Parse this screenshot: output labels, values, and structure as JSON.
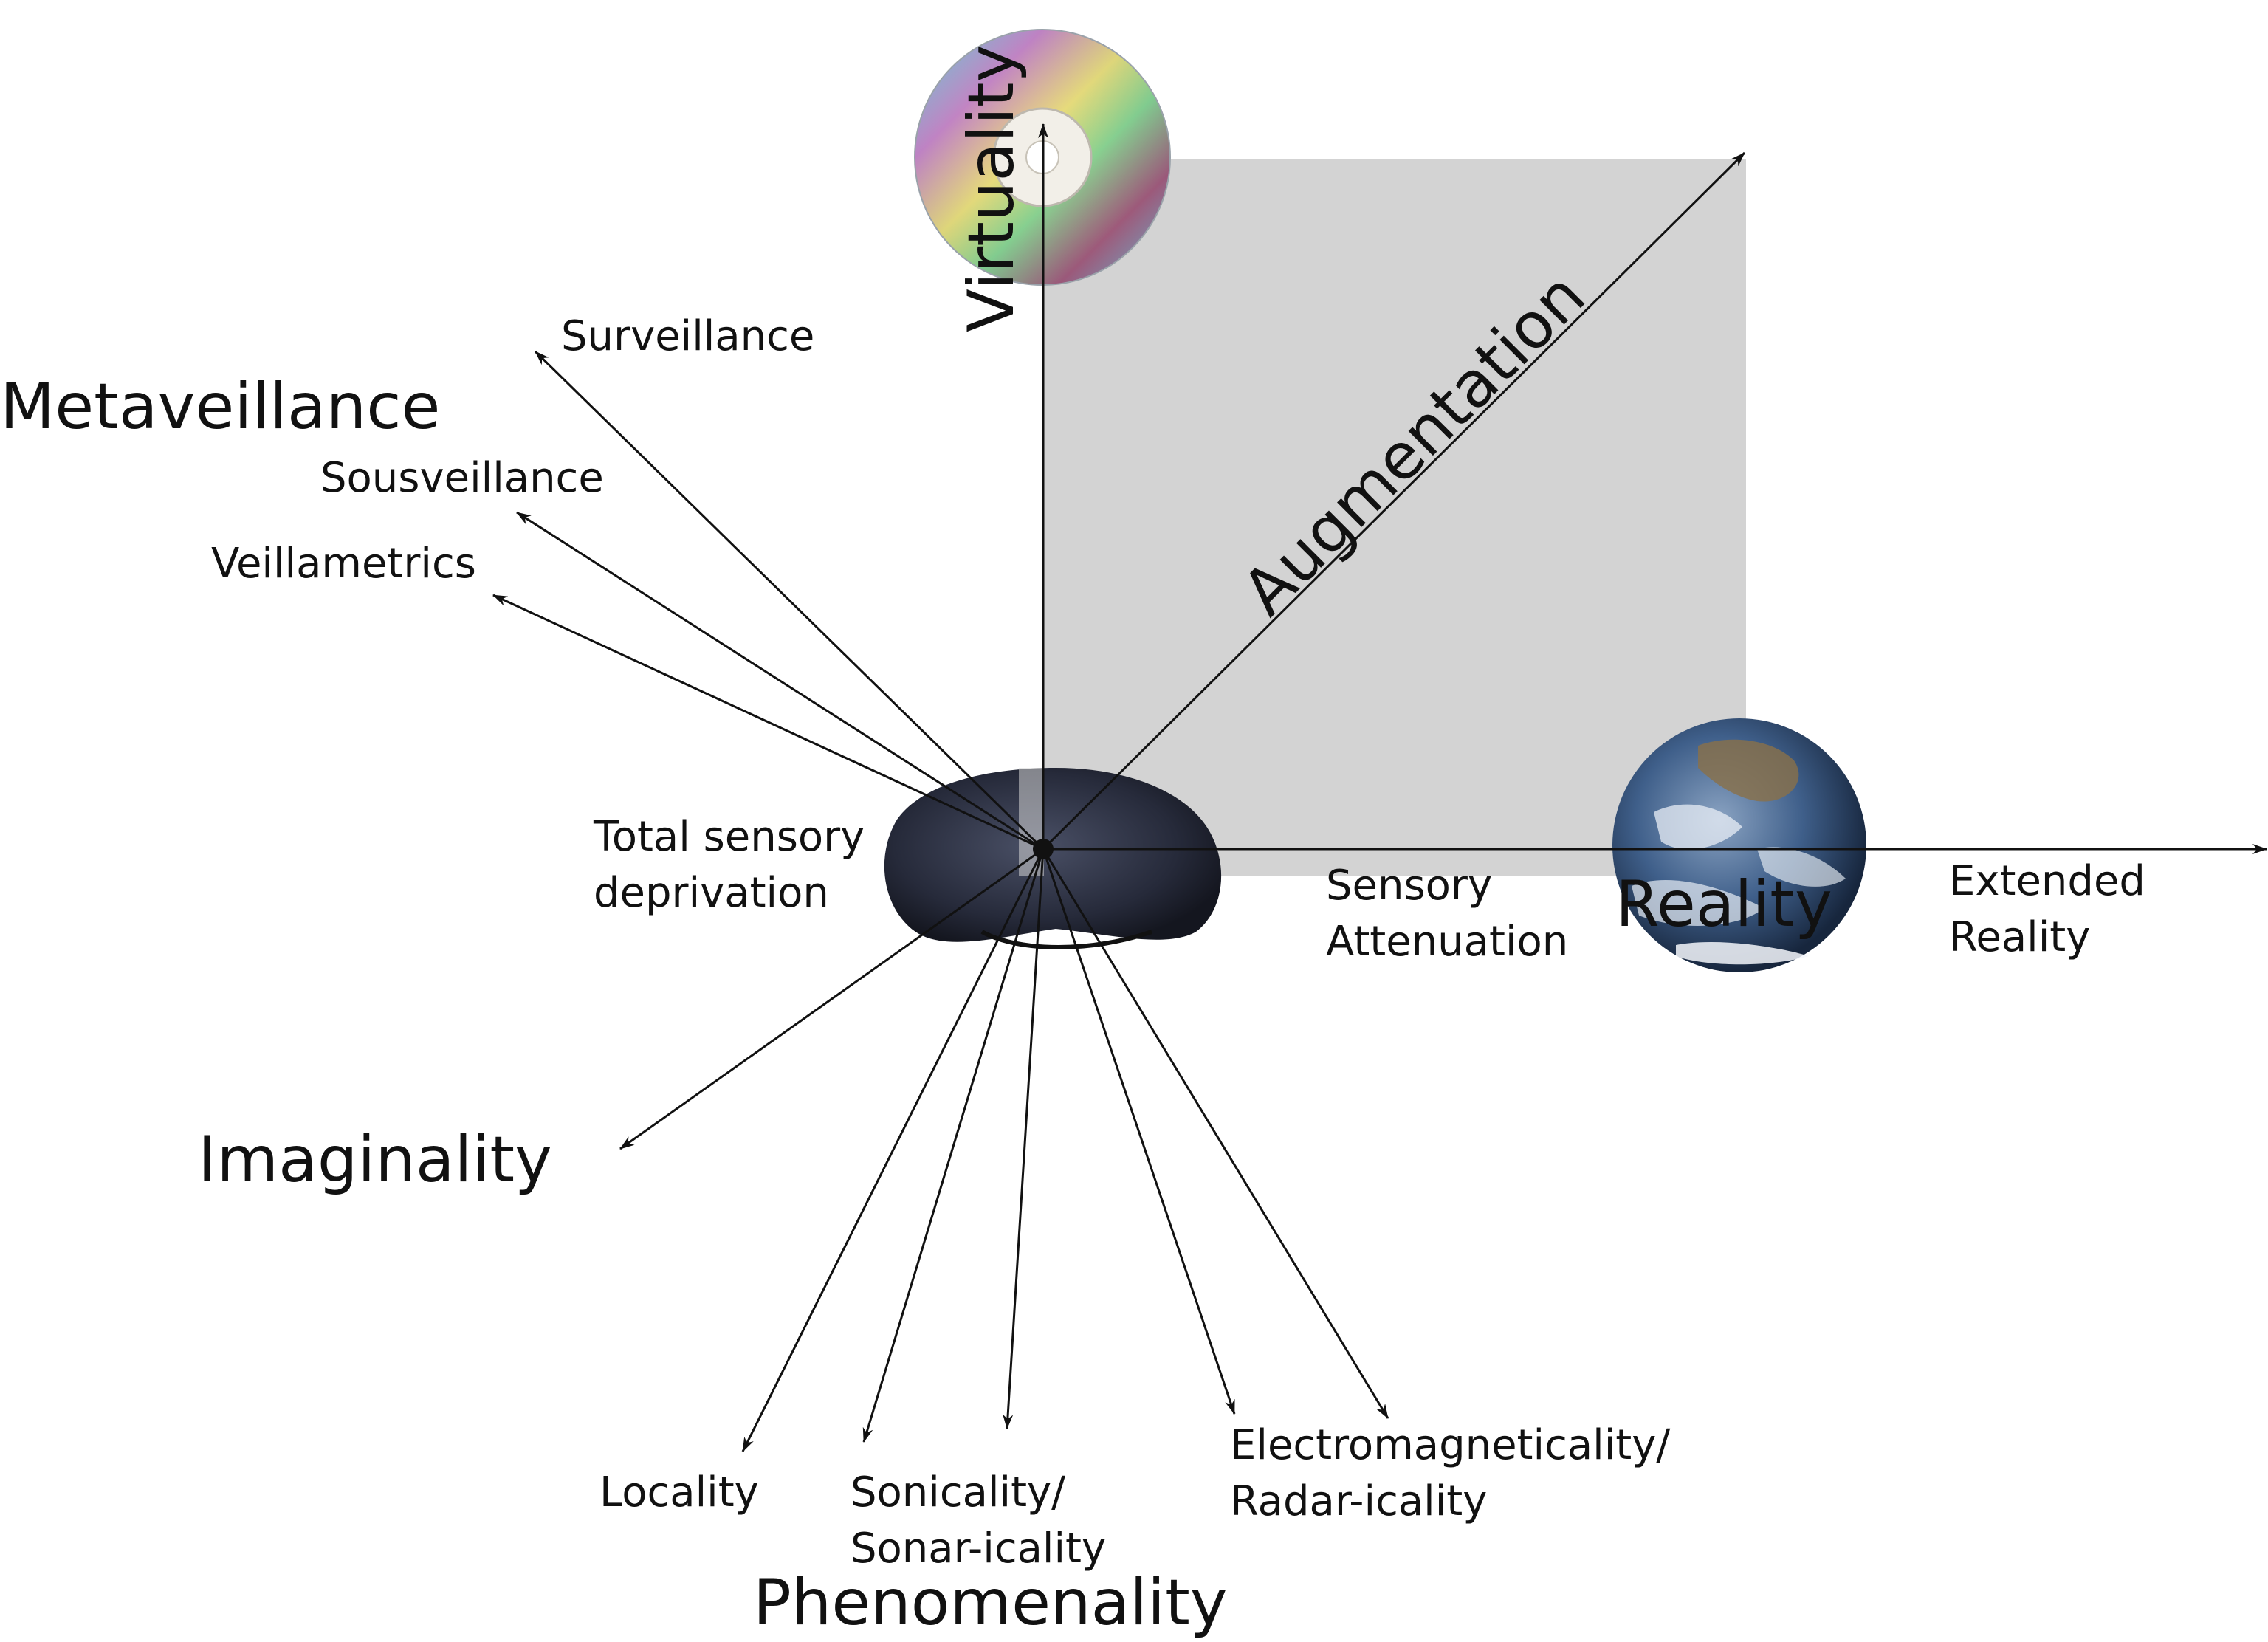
{
  "labels": {
    "virtuality": "Virtuality",
    "augmentation": "Augmentation",
    "metaveillance": "Metaveillance",
    "surveillance": "Surveillance",
    "sousveillance": "Sousveillance",
    "veillametrics": "Veillametrics",
    "total_sensory_line1": "Total sensory",
    "total_sensory_line2": "deprivation",
    "sensory_attenuation_line1": "Sensory",
    "sensory_attenuation_line2": "Attenuation",
    "reality": "Reality",
    "extended_reality_line1": "Extended",
    "extended_reality_line2": "Reality",
    "imaginality": "Imaginality",
    "locality": "Locality",
    "sonicality_line1": "Sonicality/",
    "sonicality_line2": "Sonar-icality",
    "electromagneticality_line1": "Electromagneticality/",
    "electromagneticality_line2": "Radar-icality",
    "phenomenality": "Phenomenality"
  },
  "colors": {
    "shade": "#d3d3d3",
    "ink": "#111111",
    "mask": "#262a3a",
    "earth_ocean": "#3f5f8a",
    "earth_cloud": "#e8eef5"
  },
  "icons": {
    "disc": "compact-disc-icon",
    "earth": "earth-globe-icon",
    "mask": "sleep-mask-icon"
  }
}
